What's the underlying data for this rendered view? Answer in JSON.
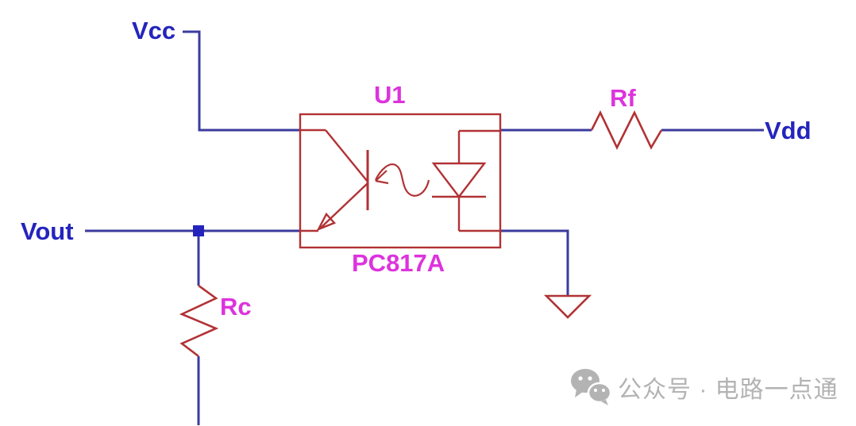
{
  "colors": {
    "wire": "#3b3b9e",
    "net-label": "#2424bd",
    "component": "#b13235",
    "ref-label": "#dd33dd",
    "junction": "#2424bd",
    "watermark": "#b3b3b3",
    "background": "#ffffff"
  },
  "schematic": {
    "nets": {
      "vcc": "Vcc",
      "vout": "Vout",
      "vdd": "Vdd"
    },
    "optocoupler": {
      "ref": "U1",
      "part": "PC817A"
    },
    "resistors": {
      "rf": "Rf",
      "rc": "Rc"
    }
  },
  "watermark": {
    "icon": "wechat-icon",
    "text": "公众号 · 电路一点通"
  }
}
